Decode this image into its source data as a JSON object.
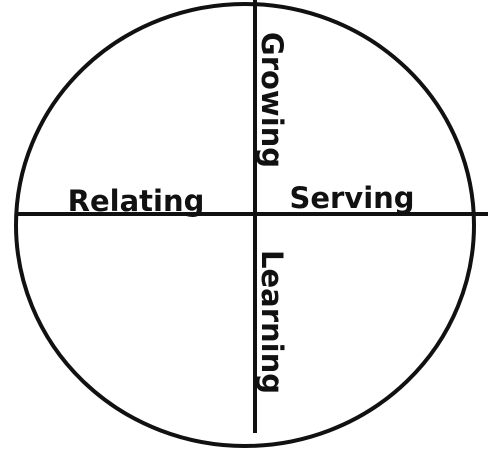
{
  "diagram": {
    "labels": {
      "top": "Growing",
      "left": "Relating",
      "right": "Serving",
      "bottom": "Learning"
    },
    "colors": {
      "stroke": "#111111",
      "background": "#ffffff"
    }
  }
}
